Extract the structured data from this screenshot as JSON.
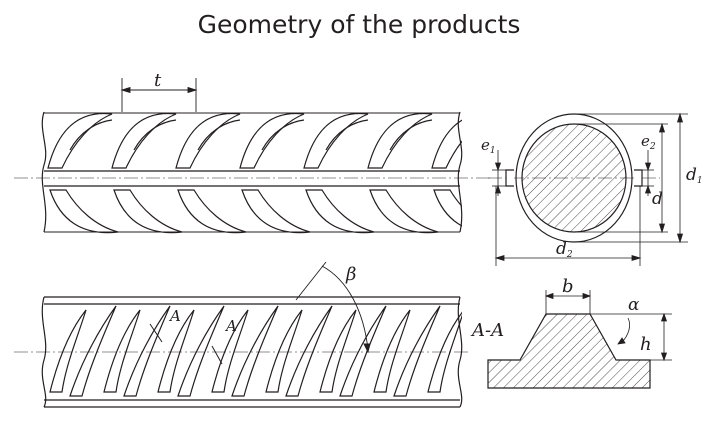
{
  "title": "Geometry of the products",
  "labels": {
    "pitch": "t",
    "angle_beta": "β",
    "section_mark": "A",
    "section_view": "A-A",
    "rib_width": "b",
    "rib_height": "h",
    "rib_angle": "α",
    "e1_base": "e",
    "e1_sub": "1",
    "e2_base": "e",
    "e2_sub": "2",
    "d1_base": "d",
    "d1_sub": "1",
    "d2_base": "d",
    "d2_sub": "2",
    "d": "d"
  }
}
